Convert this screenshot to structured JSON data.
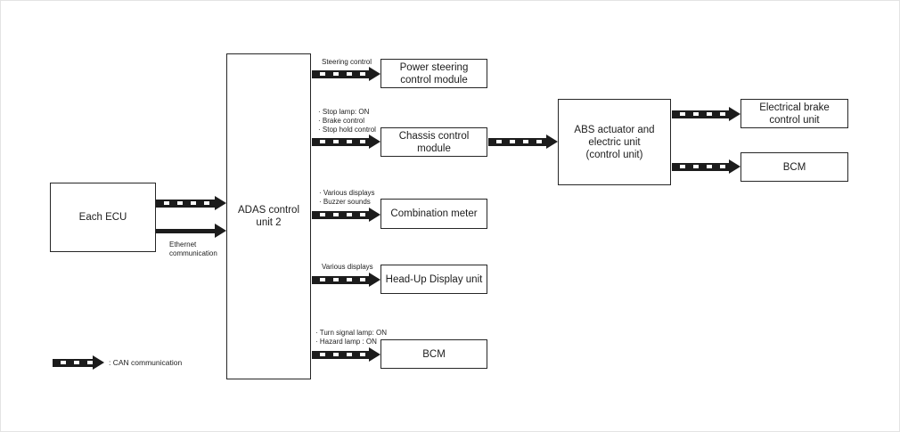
{
  "page": {
    "background": "#ffffff",
    "ink_color": "#1c1c1c"
  },
  "nodes": {
    "each_ecu": {
      "label": "Each ECU"
    },
    "adas": {
      "label": "ADAS control\nunit 2"
    },
    "power_steering": {
      "label": "Power steering\ncontrol module"
    },
    "chassis": {
      "label": "Chassis control\nmodule"
    },
    "combination_meter": {
      "label": "Combination meter"
    },
    "hud": {
      "label": "Head-Up Display unit"
    },
    "bcm_left": {
      "label": "BCM"
    },
    "abs": {
      "label": "ABS actuator and\nelectric unit\n(control unit)"
    },
    "electrical_brake": {
      "label": "Electrical brake\ncontrol unit"
    },
    "bcm_right": {
      "label": "BCM"
    }
  },
  "edge_labels": {
    "steering": "Steering control",
    "chassis": "· Stop lamp: ON\n· Brake control\n· Stop hold control",
    "combination_meter": "· Various displays\n· Buzzer sounds",
    "hud": "Various displays",
    "bcm": "· Turn signal lamp: ON\n· Hazard lamp : ON",
    "ethernet": "Ethernet\ncommunication"
  },
  "legend": {
    "label": ": CAN communication",
    "arrow_type": "CAN (black shaft with white dashes)"
  },
  "connections": [
    {
      "from": "Each ECU",
      "to": "ADAS control unit 2",
      "type": "CAN"
    },
    {
      "from": "Each ECU",
      "to": "ADAS control unit 2",
      "type": "Ethernet",
      "label": "Ethernet communication"
    },
    {
      "from": "ADAS control unit 2",
      "to": "Power steering control module",
      "type": "CAN",
      "label": "Steering control"
    },
    {
      "from": "ADAS control unit 2",
      "to": "Chassis control module",
      "type": "CAN",
      "label": "Stop lamp: ON; Brake control; Stop hold control"
    },
    {
      "from": "ADAS control unit 2",
      "to": "Combination meter",
      "type": "CAN",
      "label": "Various displays; Buzzer sounds"
    },
    {
      "from": "ADAS control unit 2",
      "to": "Head-Up Display unit",
      "type": "CAN",
      "label": "Various displays"
    },
    {
      "from": "ADAS control unit 2",
      "to": "BCM",
      "type": "CAN",
      "label": "Turn signal lamp: ON; Hazard lamp : ON"
    },
    {
      "from": "Chassis control module",
      "to": "ABS actuator and electric unit (control unit)",
      "type": "CAN"
    },
    {
      "from": "ABS actuator and electric unit (control unit)",
      "to": "Electrical brake control unit",
      "type": "CAN"
    },
    {
      "from": "ABS actuator and electric unit (control unit)",
      "to": "BCM",
      "type": "CAN"
    }
  ]
}
